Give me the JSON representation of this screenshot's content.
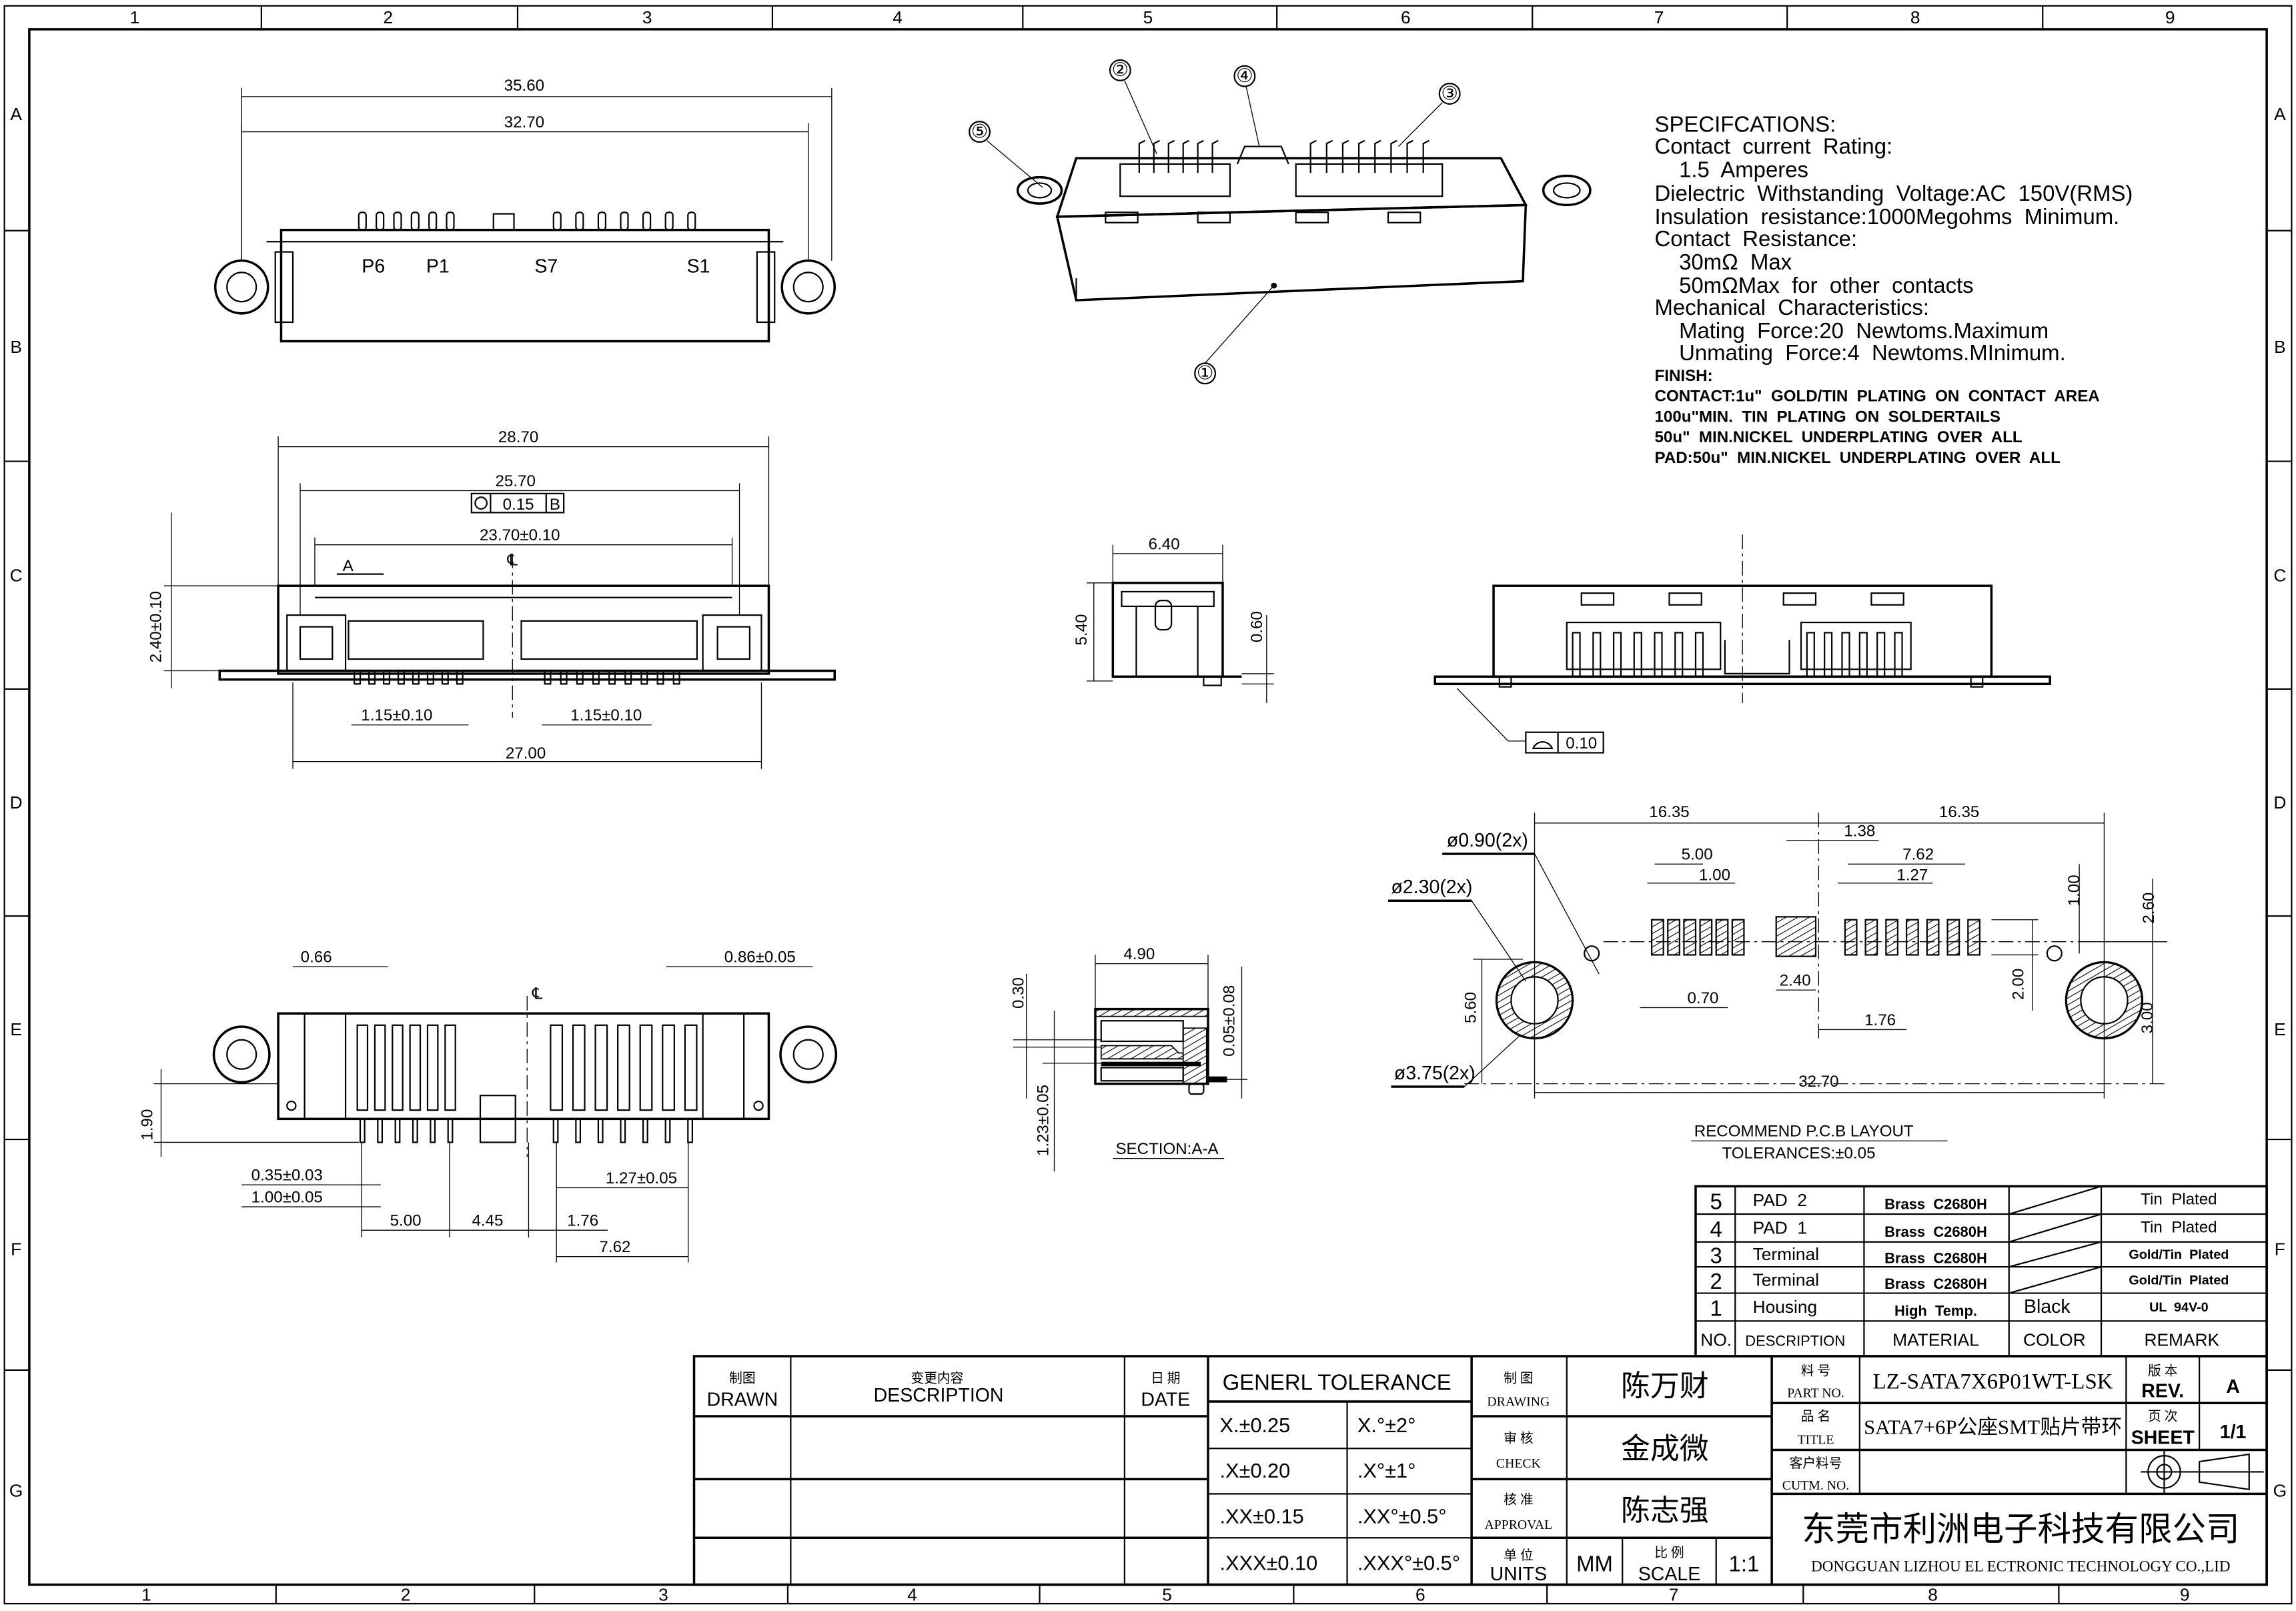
{
  "frame": {
    "columns": [
      "1",
      "2",
      "3",
      "4",
      "5",
      "6",
      "7",
      "8",
      "9"
    ],
    "rows": [
      "A",
      "B",
      "C",
      "D",
      "E",
      "F",
      "G"
    ]
  },
  "top_view": {
    "dim_overall": "35.60",
    "dim_holes": "32.70",
    "pin_labels": [
      "P6",
      "P1",
      "S7",
      "S1"
    ]
  },
  "front_view": {
    "dim_width": "28.70",
    "dim_inner": "25.70",
    "position_tolerance": "0.15",
    "datum": "B",
    "dim_slots": "23.70±0.10",
    "section_mark": "A",
    "centerline": "℄",
    "dim_height": "2.40±0.10",
    "dim_left_offset": "1.15±0.10",
    "dim_right_offset": "1.15±0.10",
    "dim_flange": "27.00"
  },
  "bottom_view": {
    "dim_a": "0.66",
    "dim_b": "0.86±0.05",
    "centerline": "℄",
    "dim_height": "1.90",
    "dim_pin_width": "0.35±0.03",
    "dim_pin_pitch": "1.00±0.05",
    "dim_p_span": "5.00",
    "dim_gap": "4.45",
    "dim_s_pitch": "1.27±0.05",
    "dim_s_offset": "1.76",
    "dim_s_span": "7.62"
  },
  "callouts": [
    "①",
    "②",
    "③",
    "④",
    "⑤"
  ],
  "side_view": {
    "dim_width": "6.40",
    "dim_height": "5.40",
    "dim_standoff": "0.60"
  },
  "section_view": {
    "label": "SECTION:A-A",
    "dim_width": "4.90",
    "dim_030": "0.30",
    "dim_tail": "0.05±0.08",
    "dim_123": "1.23±0.05"
  },
  "rear_view": {
    "flatness_value": "0.10"
  },
  "specifications": {
    "lines": [
      "SPECIFCATIONS:",
      "Contact  current  Rating:",
      "    1.5  Amperes",
      "Dielectric  Withstanding  Voltage:AC  150V(RMS)",
      "Insulation  resistance:1000Megohms  Minimum.",
      "Contact  Resistance:",
      "    30mΩ  Max",
      "    50mΩMax  for  other  contacts",
      "Mechanical  Characteristics:",
      "    Mating  Force:20  Newtoms.Maximum",
      "    Unmating  Force:4  Newtoms.MInimum."
    ],
    "finish": [
      "FINISH:",
      "CONTACT:1u\"  GOLD/TIN  PLATING  ON  CONTACT  AREA",
      "100u\"MIN.  TIN  PLATING  ON  SOLDERTAILS",
      "50u\"  MIN.NICKEL  UNDERPLATING  OVER  ALL",
      "PAD:50u\"  MIN.NICKEL  UNDERPLATING  OVER  ALL"
    ]
  },
  "pcb_layout": {
    "title": "RECOMMEND  P.C.B  LAYOUT",
    "tolerance": "TOLERANCES:±0.05",
    "dim_left_half": "16.35",
    "dim_right_half": "16.35",
    "hole_small": "ø0.90(2x)",
    "hole_inner": "ø2.30(2x)",
    "ring_outer": "ø3.75(2x)",
    "dim_500": "5.00",
    "dim_100": "1.00",
    "dim_138": "1.38",
    "dim_762": "7.62",
    "dim_127": "1.27",
    "dim_070": "0.70",
    "dim_240": "2.40",
    "dim_176": "1.76",
    "dim_3270": "32.70",
    "dim_560": "5.60",
    "dim_200": "2.00",
    "dim_100v": "1.00",
    "dim_260": "2.60",
    "dim_300": "3.00"
  },
  "bom": {
    "headers": {
      "no": "NO.",
      "description": "DESCRIPTION",
      "material": "MATERIAL",
      "color": "COLOR",
      "remark": "REMARK"
    },
    "rows": [
      {
        "no": "5",
        "description": "PAD  2",
        "material": "Brass  C2680H",
        "color": "",
        "remark": "Tin  Plated"
      },
      {
        "no": "4",
        "description": "PAD  1",
        "material": "Brass  C2680H",
        "color": "",
        "remark": "Tin  Plated"
      },
      {
        "no": "3",
        "description": "Terminal",
        "material": "Brass  C2680H",
        "color": "",
        "remark": "Gold/Tin  Plated"
      },
      {
        "no": "2",
        "description": "Terminal",
        "material": "Brass  C2680H",
        "color": "",
        "remark": "Gold/Tin  Plated"
      },
      {
        "no": "1",
        "description": "Housing",
        "material": "High  Temp.",
        "color": "Black",
        "remark": "UL  94V-0"
      }
    ]
  },
  "revision_block": {
    "drawn_cn": "制图",
    "drawn_en": "DRAWN",
    "description_cn": "变更内容",
    "description_en": "DESCRIPTION",
    "date_cn": "日 期",
    "date_en": "DATE"
  },
  "tolerance": {
    "title": "GENERL  TOLERANCE",
    "rows": [
      [
        "X.±0.25",
        "X.°±2°"
      ],
      [
        ".X±0.20",
        ".X°±1°"
      ],
      [
        ".XX±0.15",
        ".XX°±0.5°"
      ],
      [
        ".XXX±0.10",
        ".XXX°±0.5°"
      ]
    ]
  },
  "approvals": {
    "drawing_cn": "制 图",
    "drawing_en": "DRAWING",
    "drawing_name": "陈万财",
    "check_cn": "审 核",
    "check_en": "CHECK",
    "check_name": "金成微",
    "approval_cn": "核 准",
    "approval_en": "APPROVAL",
    "approval_name": "陈志强",
    "units_cn": "单 位",
    "units_en": "UNITS",
    "units_value": "MM",
    "scale_cn": "比 例",
    "scale_en": "SCALE",
    "scale_value": "1:1"
  },
  "title_block": {
    "part_no_cn": "料 号",
    "part_no_en": "PART NO.",
    "part_no": "LZ-SATA7X6P01WT-LSK",
    "rev_cn": "版 本",
    "rev_en": "REV.",
    "rev": "A",
    "title_cn": "品 名",
    "title_en": "TITLE",
    "title": "SATA7+6P公座SMT贴片带环",
    "sheet_cn": "页 次",
    "sheet_en": "SHEET",
    "sheet": "1/1",
    "cust_no_cn": "客户料号",
    "cust_no_en": "CUTM. NO.",
    "company_cn": "东莞市利洲电子科技有限公司",
    "company_en": "DONGGUAN LIZHOU EL ECTRONIC TECHNOLOGY CO.,LID"
  }
}
